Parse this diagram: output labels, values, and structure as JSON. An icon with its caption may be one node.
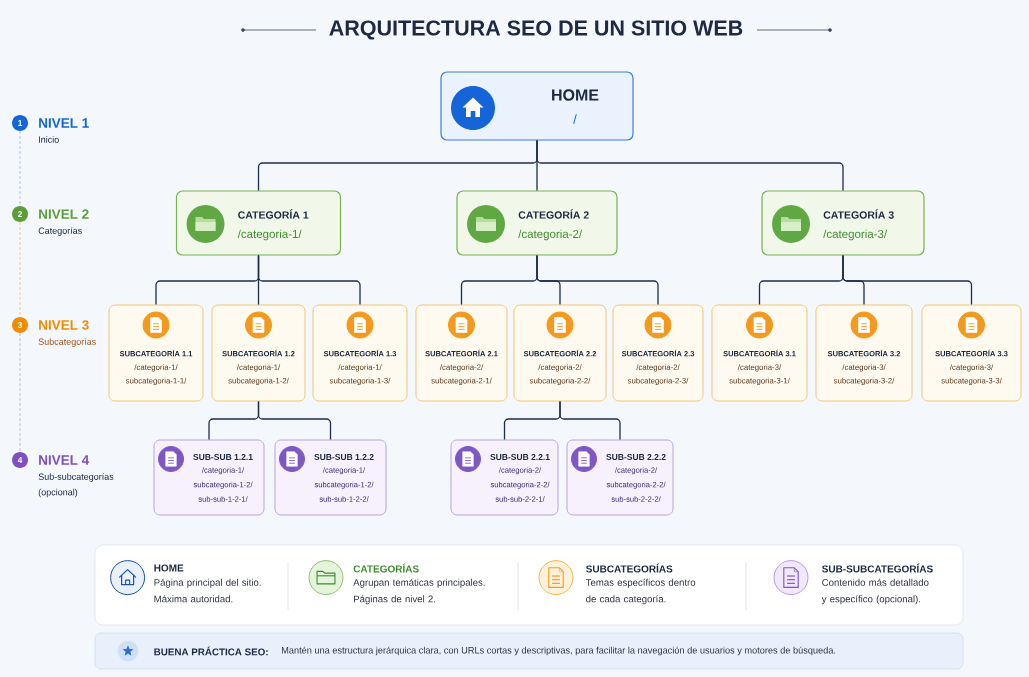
{
  "diagram": {
    "title": "ARQUITECTURA SEO DE UN SITIO WEB",
    "nodes": [
      {
        "text": [
          "HOME",
          "/"
        ]
      },
      {
        "text": [
          "CATEGORÍA 1",
          "/categoria-1/"
        ]
      },
      {
        "text": [
          "CATEGORÍA 2",
          "/categoria-2/"
        ]
      },
      {
        "text": [
          "CATEGORÍA 3",
          "/categoria-3/"
        ]
      },
      {
        "text": [
          "SUBCATEGORÍA 1.1",
          "/categoria-1/ subcategoria-1-1/"
        ]
      },
      {
        "text": [
          "SUBCATEGORÍA 1.2",
          "/categoria-1/ subcategoria-1-2/"
        ]
      },
      {
        "text": [
          "SUBCATEGORÍA 1.3",
          "/categoria-1/ subcategoria-1-3/"
        ]
      },
      {
        "text": [
          "SUBCATEGORÍA 2.1",
          "/categoria-2/ subcategoria-2-1/"
        ]
      },
      {
        "text": [
          "SUBCATEGORÍA 2.2",
          "/categoria-2/ subcategoria-2-2/"
        ]
      },
      {
        "text": [
          "SUBCATEGORÍA 2.3",
          "/categoria-2/ subcategoria-2-3/"
        ]
      },
      {
        "text": [
          "SUBCATEGORÍA 3.1",
          "/categoria-3/ subcategoria-3-1/"
        ]
      },
      {
        "text": [
          "SUBCATEGORÍA 3.2",
          "/categoria-3/ subcategoria-3-2/"
        ]
      },
      {
        "text": [
          "SUBCATEGORÍA 3.3",
          "/categoria-3/ subcategoria-3-3/"
        ]
      },
      {
        "text": [
          "SUB-SUB 1.2.1",
          "/categoria-1/ subcategoria-1-2/ sub-sub-1-2-1/"
        ]
      },
      {
        "text": [
          "SUB-SUB 1.2.2",
          "/categoria-1/ subcategoria-1-2/ sub-sub-1-2-2/"
        ]
      },
      {
        "text": [
          "SUB-SUB 2.2.1",
          "/categoria-2/ subcategoria-2-2/ sub-sub-2-2-1/"
        ]
      },
      {
        "text": [
          "SUB-SUB 2.2.2",
          "/categoria-2/ subcategoria-2-2/ sub-sub-2-2-2/"
        ]
      },
      {
        "text": [
          "1"
        ],
        "beside": [
          "NIVEL 1",
          "Inicio"
        ]
      },
      {
        "text": [
          "2"
        ],
        "beside": [
          "NIVEL 2",
          "Categorías"
        ]
      },
      {
        "text": [
          "3"
        ],
        "beside": [
          "NIVEL 3",
          "Subcategorías"
        ]
      },
      {
        "text": [
          "4"
        ],
        "beside": [
          "NIVEL 4",
          "Sub-subcategorías (opcional)"
        ]
      },
      {
        "text": [
          "HOME",
          "Página principal del sitio. Máxima autoridad.",
          "CATEGORÍAS",
          "Agrupan temáticas principales. Páginas de nivel 2.",
          "SUBCATEGORÍAS",
          "Temas específicos dentro de cada categoría.",
          "SUB-SUBCATEGORÍAS",
          "Contenido más detallado y específico (opcional)."
        ]
      },
      {
        "text": [
          "BUENA PRÁCTICA SEO:",
          "Mantén una estructura jerárquica clara, con URLs cortas y descriptivas, para facilitar la navegación de usuarios y motores de búsqueda."
        ]
      }
    ],
    "edges": [
      {
        "from": 0,
        "to": 1,
        "arrow": "none"
      },
      {
        "from": 0,
        "to": 2,
        "arrow": "none"
      },
      {
        "from": 0,
        "to": 3,
        "arrow": "none"
      },
      {
        "from": 1,
        "to": 4,
        "arrow": "none"
      },
      {
        "from": 1,
        "to": 5,
        "arrow": "none"
      },
      {
        "from": 1,
        "to": 6,
        "arrow": "none"
      },
      {
        "from": 2,
        "to": 7,
        "arrow": "none"
      },
      {
        "from": 2,
        "to": 8,
        "arrow": "none"
      },
      {
        "from": 2,
        "to": 9,
        "arrow": "none"
      },
      {
        "from": 3,
        "to": 10,
        "arrow": "none"
      },
      {
        "from": 3,
        "to": 11,
        "arrow": "none"
      },
      {
        "from": 3,
        "to": 12,
        "arrow": "none"
      },
      {
        "from": 5,
        "to": 13,
        "arrow": "none"
      },
      {
        "from": 5,
        "to": 14,
        "arrow": "none"
      },
      {
        "from": 8,
        "to": 15,
        "arrow": "none"
      },
      {
        "from": 8,
        "to": 16,
        "arrow": "none"
      },
      {
        "from": 17,
        "to": 18,
        "arrow": "none",
        "style": "dashed",
        "color": "#a9c1ea"
      },
      {
        "from": 18,
        "to": 19,
        "arrow": "none",
        "style": "dashed",
        "color": "#f2c58a"
      },
      {
        "from": 19,
        "to": 20,
        "arrow": "none",
        "style": "dashed",
        "color": "#c3b4df"
      }
    ]
  }
}
